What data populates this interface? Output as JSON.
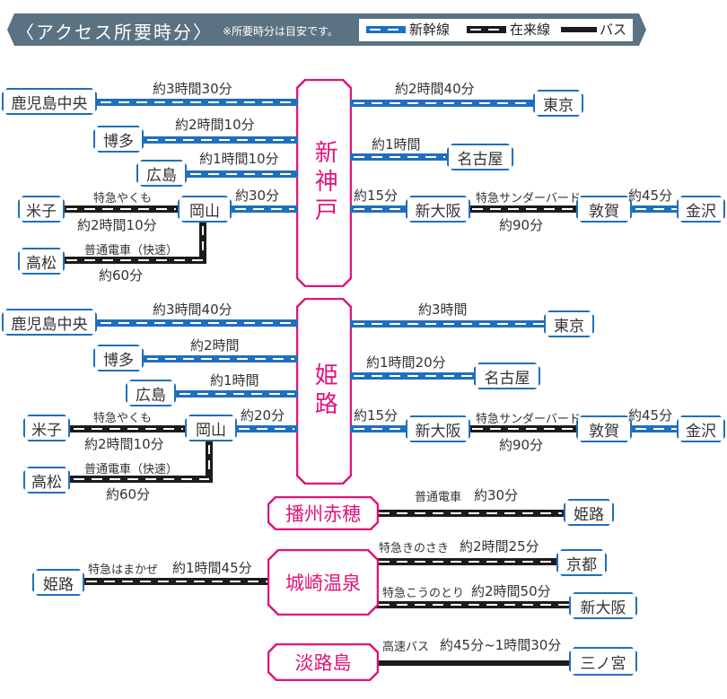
{
  "header": {
    "title": "〈アクセス所要時分〉",
    "note": "※所要時分は目安です。",
    "legend": [
      {
        "label": "新幹線",
        "type": "shinkansen",
        "color": "#1f6fbf"
      },
      {
        "label": "在来線",
        "type": "conventional",
        "color": "#1e1a18"
      },
      {
        "label": "バス",
        "type": "bus",
        "color": "#1e1a18"
      }
    ]
  },
  "colors": {
    "shinkansen": "#1f6fbf",
    "conventional": "#1e1a18",
    "hub_accent": "#e0147a",
    "banner": "#5a7282",
    "station_border": "#1f6fbf"
  },
  "shinkobe": {
    "hub": "新神戸",
    "routes": [
      {
        "from": "鹿児島中央",
        "time": "約3時間30分",
        "type": "shinkansen"
      },
      {
        "from": "博多",
        "time": "約2時間10分",
        "type": "shinkansen"
      },
      {
        "from": "広島",
        "time": "約1時間10分",
        "type": "shinkansen"
      },
      {
        "from": "岡山",
        "time": "約30分",
        "type": "shinkansen"
      },
      {
        "to": "東京",
        "time": "約2時間40分",
        "type": "shinkansen"
      },
      {
        "to": "名古屋",
        "time": "約1時間",
        "type": "shinkansen"
      },
      {
        "to": "新大阪",
        "time": "約15分",
        "type": "shinkansen"
      }
    ],
    "okayama_branches": [
      {
        "station": "米子",
        "service": "特急やくも",
        "time": "約2時間10分",
        "type": "conventional"
      },
      {
        "station": "高松",
        "service": "普通電車（快速）",
        "time": "約60分",
        "type": "conventional"
      }
    ],
    "okayama": "岡山",
    "shinosaka": "新大阪",
    "tsuruga_link": {
      "service": "特急サンダーバード",
      "time": "約90分",
      "station": "敦賀",
      "type": "conventional"
    },
    "kanazawa_link": {
      "time": "約45分",
      "station": "金沢",
      "type": "shinkansen"
    }
  },
  "himeji": {
    "hub": "姫路",
    "routes": [
      {
        "from": "鹿児島中央",
        "time": "約3時間40分",
        "type": "shinkansen"
      },
      {
        "from": "博多",
        "time": "約2時間",
        "type": "shinkansen"
      },
      {
        "from": "広島",
        "time": "約1時間",
        "type": "shinkansen"
      },
      {
        "from": "岡山",
        "time": "約20分",
        "type": "shinkansen"
      },
      {
        "to": "東京",
        "time": "約3時間",
        "type": "shinkansen"
      },
      {
        "to": "名古屋",
        "time": "約1時間20分",
        "type": "shinkansen"
      },
      {
        "to": "新大阪",
        "time": "約15分",
        "type": "shinkansen"
      }
    ],
    "okayama_branches": [
      {
        "station": "米子",
        "service": "特急やくも",
        "time": "約2時間10分",
        "type": "conventional"
      },
      {
        "station": "高松",
        "service": "普通電車（快速）",
        "time": "約60分",
        "type": "conventional"
      }
    ],
    "okayama": "岡山",
    "shinosaka": "新大阪",
    "tsuruga_link": {
      "service": "特急サンダーバード",
      "time": "約90分",
      "station": "敦賀",
      "type": "conventional"
    },
    "kanazawa_link": {
      "time": "約45分",
      "station": "金沢",
      "type": "shinkansen"
    }
  },
  "banshu_ako": {
    "hub": "播州赤穂",
    "service": "普通電車",
    "time": "約30分",
    "to": "姫路",
    "type": "conventional"
  },
  "kinosaki": {
    "hub": "城崎温泉",
    "from_left": {
      "station": "姫路",
      "service": "特急はまかぜ",
      "time": "約1時間45分",
      "type": "conventional"
    },
    "to_kyoto": {
      "station": "京都",
      "service": "特急きのさき",
      "time": "約2時間25分",
      "type": "conventional"
    },
    "to_shinosaka": {
      "station": "新大阪",
      "service": "特急こうのとり",
      "time": "約2時間50分",
      "type": "conventional"
    }
  },
  "awaji": {
    "hub": "淡路島",
    "service": "高速バス",
    "time": "約45分~1時間30分",
    "to": "三ノ宮",
    "type": "bus"
  }
}
